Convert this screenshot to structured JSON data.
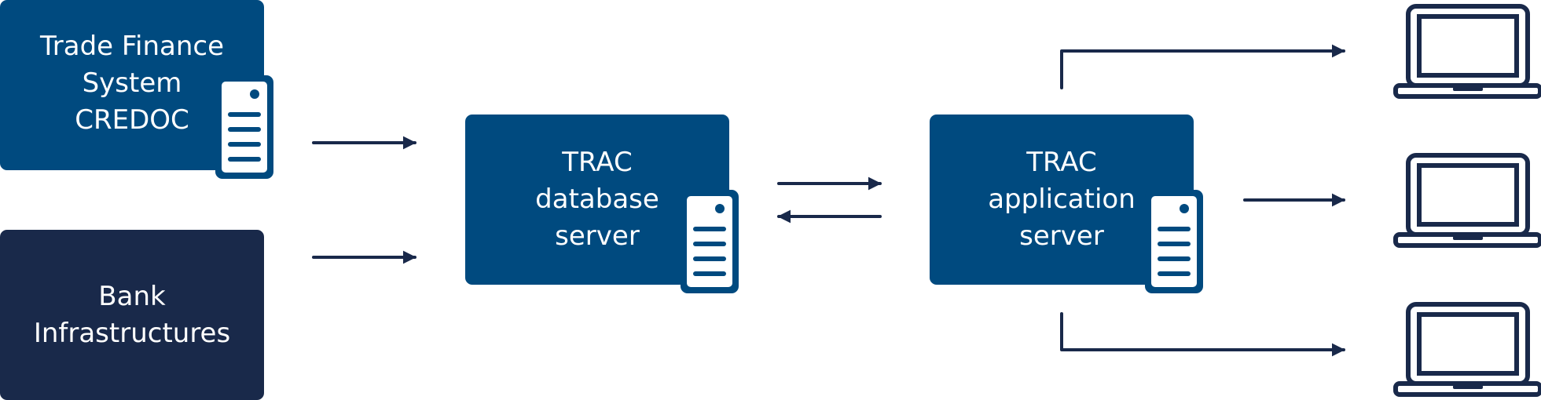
{
  "colors": {
    "blue": "#004a7f",
    "navy": "#19294a",
    "line": "#19294a",
    "white": "#ffffff"
  },
  "nodes": {
    "trade_finance": {
      "label": "Trade Finance\nSystem\nCREDOC"
    },
    "bank_infra": {
      "label": "Bank\nInfrastructures"
    },
    "db_server": {
      "label": "TRAC\ndatabase\nserver"
    },
    "app_server": {
      "label": "TRAC\napplication\nserver"
    }
  },
  "icons": [
    "server-icon",
    "laptop-icon",
    "arrow-icon"
  ]
}
